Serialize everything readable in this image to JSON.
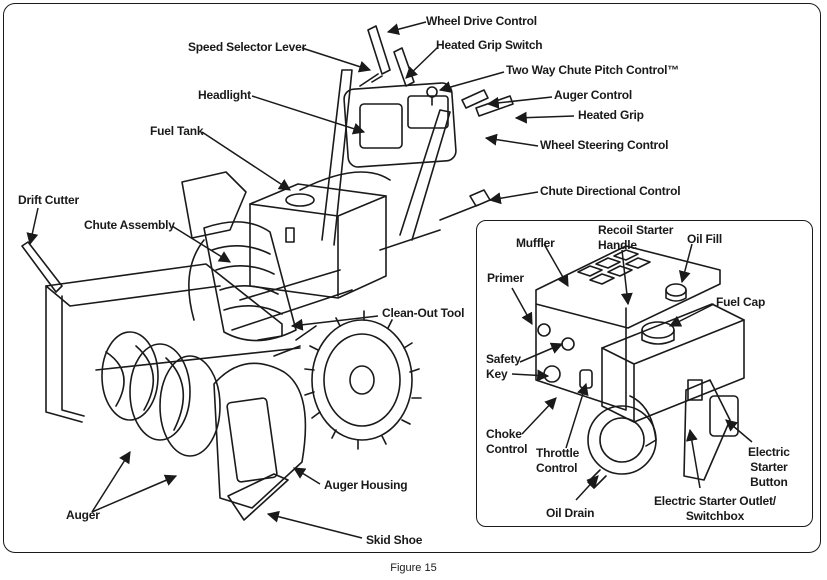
{
  "figure": {
    "caption": "Figure 15"
  },
  "labels": {
    "wheel_drive_control": "Wheel Drive Control",
    "speed_selector_lever": "Speed Selector Lever",
    "heated_grip_switch": "Heated Grip Switch",
    "two_way_chute_pitch_control": "Two Way Chute Pitch Control™",
    "headlight": "Headlight",
    "auger_control": "Auger Control",
    "heated_grip": "Heated Grip",
    "fuel_tank": "Fuel Tank",
    "wheel_steering_control": "Wheel Steering Control",
    "chute_directional_control": "Chute Directional Control",
    "drift_cutter": "Drift Cutter",
    "chute_assembly": "Chute Assembly",
    "clean_out_tool": "Clean-Out Tool",
    "auger_housing": "Auger Housing",
    "auger": "Auger",
    "skid_shoe": "Skid Shoe"
  },
  "engine_inset": {
    "muffler": "Muffler",
    "recoil_starter_handle": "Recoil Starter\nHandle",
    "oil_fill": "Oil Fill",
    "primer": "Primer",
    "fuel_cap": "Fuel Cap",
    "safety_key": "Safety\nKey",
    "choke_control": "Choke\nControl",
    "throttle_control": "Throttle\nControl",
    "electric_starter_button": "Electric\nStarter\nButton",
    "oil_drain": "Oil Drain",
    "electric_starter_outlet": "Electric Starter Outlet/\nSwitchbox"
  }
}
